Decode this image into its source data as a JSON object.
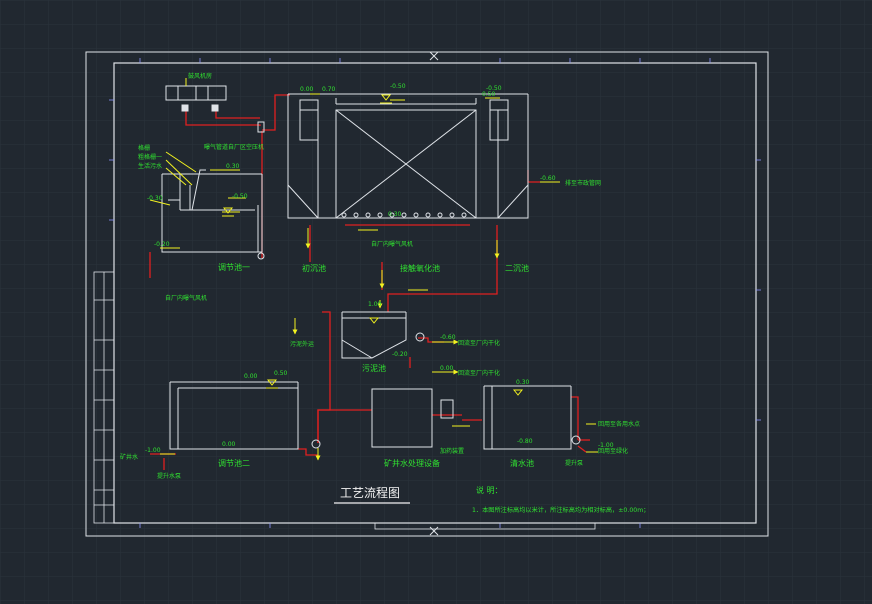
{
  "title": "工艺流程图",
  "notes": {
    "heading": "说 明：",
    "line1": "1．本图所注标高均以米计，所注标高均为相对标高，±0.00m；"
  },
  "units": [
    {
      "id": "tiaojie1",
      "label": "调节池一"
    },
    {
      "id": "chuchen",
      "label": "初沉池"
    },
    {
      "id": "jiexie",
      "label": "接触氧化池"
    },
    {
      "id": "erchen",
      "label": "二沉池"
    },
    {
      "id": "wuni",
      "label": "污泥池"
    },
    {
      "id": "tiaojie2",
      "label": "调节池二"
    },
    {
      "id": "kuangjing",
      "label": "矿井水处理设备"
    },
    {
      "id": "qingshui",
      "label": "清水池"
    }
  ],
  "annotations": {
    "top_left_equipment": "鼓风机房",
    "aeration_note": "曝气管道自厂区空压机",
    "screen": "格栅",
    "screen2": "粗格栅一",
    "inlet": "生活污水",
    "from_plant_air": "自厂内曝气风机",
    "from_plant_air2": "自厂内曝气风机",
    "sludge_out": "污泥外运",
    "to_plant1": "回流至厂内干化",
    "to_plant2": "回流至厂内干化",
    "mine_inlet": "矿井水",
    "mine_label": "提升水泵",
    "dosing": "加药装置",
    "pump": "提升泵",
    "reuse1": "回用至各用水点",
    "reuse2": "回用至绿化",
    "discharge": "排至市政管网"
  },
  "elevations": {
    "e1": "0.00",
    "e2": "0.70",
    "e3": "-0.50",
    "e4": "0.50",
    "e5": "0.30",
    "e6": "-0.50",
    "e7": "-0.30",
    "e8": "-0.20",
    "e9": "0.30",
    "e10": "-0.20",
    "e11": "-0.80",
    "e12": "1.00",
    "e13": "-0.60",
    "e14": "-0.60",
    "e15": "0.00",
    "e16": "0.00",
    "e17": "-1.00",
    "e18": "0.50",
    "e19": "0.00",
    "e20": "-1.00",
    "e21": "0.30",
    "e22": "-0.50"
  },
  "colors": {
    "background": "#212830",
    "grid": "#2c343d",
    "frame": "#dfe3e8",
    "pipe": "#e02020",
    "leader": "#f2f220",
    "text": "#30e030",
    "title": "#f2f2f2",
    "accent": "#8e95ff"
  }
}
